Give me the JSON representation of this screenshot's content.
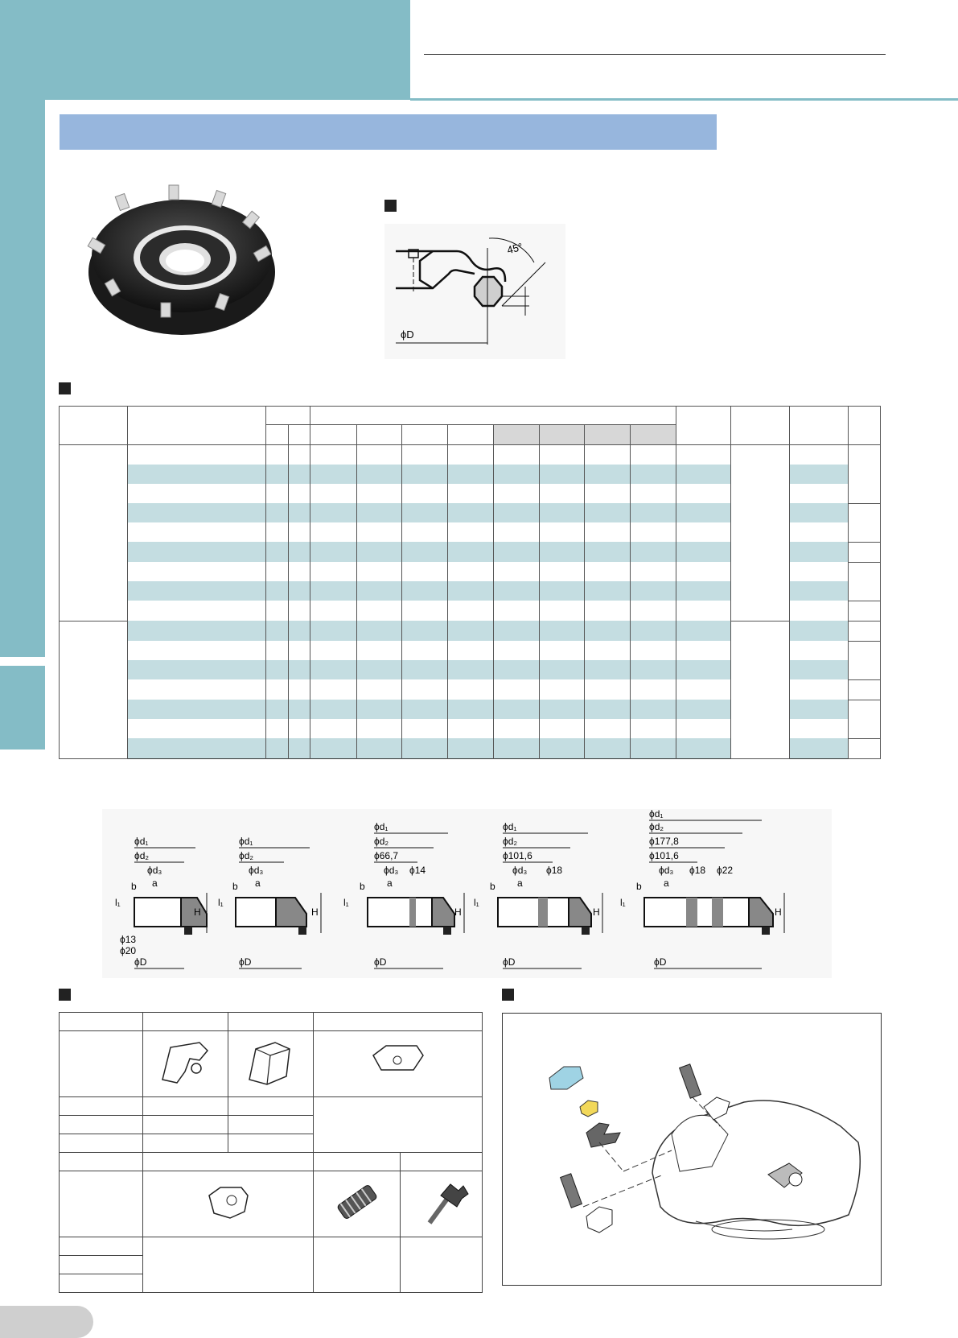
{
  "header": {
    "title": ""
  },
  "section_title": "",
  "profile_diagram": {
    "angle_label": "45°",
    "diameter_label": "ϕD"
  },
  "dimension_diagrams": [
    {
      "d1": "ϕd₁",
      "d2": "ϕd₂",
      "d3": "ϕd₃",
      "a": "a",
      "b": "b",
      "l1": "l₁",
      "H": "H",
      "extra1": "ϕ13",
      "extra2": "ϕ20",
      "D": "ϕD"
    },
    {
      "d1": "ϕd₁",
      "d2": "ϕd₂",
      "d3": "ϕd₃",
      "a": "a",
      "b": "b",
      "l1": "l₁",
      "H": "H",
      "D": "ϕD"
    },
    {
      "d1": "ϕd₁",
      "d2": "ϕd₂",
      "d3": "ϕd₃",
      "a": "a",
      "b": "b",
      "l1": "l₁",
      "H": "H",
      "pcd": "ϕ66,7",
      "hole": "ϕ14",
      "D": "ϕD"
    },
    {
      "d1": "ϕd₁",
      "d2": "ϕd₂",
      "d3": "ϕd₃",
      "a": "a",
      "b": "b",
      "l1": "l₁",
      "H": "H",
      "pcd": "ϕ101,6",
      "hole": "ϕ18",
      "D": "ϕD"
    },
    {
      "d1": "ϕd₁",
      "d2": "ϕd₂",
      "d3": "ϕd₃",
      "a": "a",
      "b": "b",
      "l1": "l₁",
      "H": "H",
      "pcd1": "ϕ177,8",
      "pcd2": "ϕ101,6",
      "hole1": "ϕ18",
      "hole2": "ϕ22",
      "D": "ϕD"
    }
  ],
  "colors": {
    "band": "#84bcc6",
    "title_bar": "#97b6dd",
    "row_tint": "#c4dde1",
    "header_grey": "#d7d7d7"
  }
}
